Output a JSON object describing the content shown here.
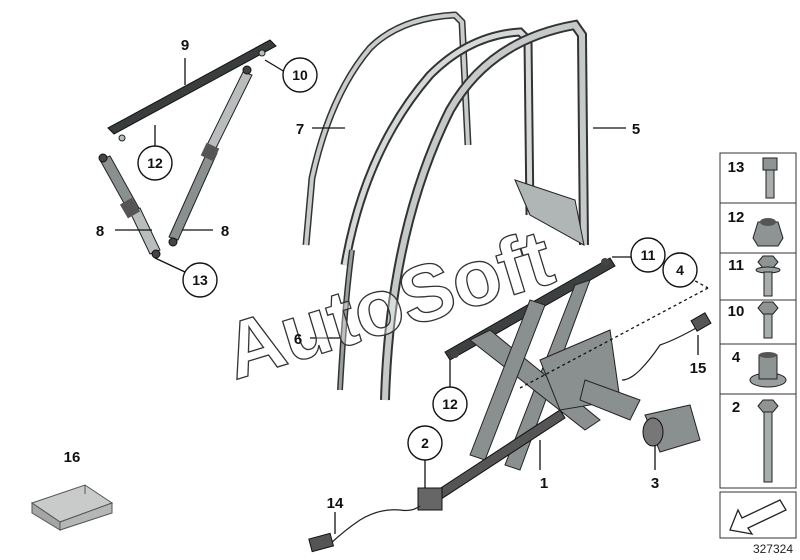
{
  "diagram": {
    "watermark": "AutoSoft",
    "document_id": "327324",
    "callouts": [
      {
        "id": "1",
        "circled": false
      },
      {
        "id": "2",
        "circled": true
      },
      {
        "id": "3",
        "circled": false
      },
      {
        "id": "4",
        "circled": true
      },
      {
        "id": "5",
        "circled": false
      },
      {
        "id": "6",
        "circled": false
      },
      {
        "id": "7",
        "circled": false
      },
      {
        "id": "8",
        "circled": false
      },
      {
        "id": "8",
        "circled": false
      },
      {
        "id": "9",
        "circled": false
      },
      {
        "id": "10",
        "circled": true
      },
      {
        "id": "11",
        "circled": true
      },
      {
        "id": "12",
        "circled": true
      },
      {
        "id": "12",
        "circled": true
      },
      {
        "id": "13",
        "circled": true
      },
      {
        "id": "14",
        "circled": false
      },
      {
        "id": "15",
        "circled": false
      },
      {
        "id": "16",
        "circled": false
      }
    ],
    "fastener_legend": [
      {
        "id": "13",
        "part": "hex-socket-bolt"
      },
      {
        "id": "12",
        "part": "hex-nut"
      },
      {
        "id": "11",
        "part": "hex-bolt-with-washer"
      },
      {
        "id": "10",
        "part": "hex-bolt"
      },
      {
        "id": "4",
        "part": "flange-nut"
      },
      {
        "id": "2",
        "part": "long-hex-bolt"
      }
    ]
  }
}
